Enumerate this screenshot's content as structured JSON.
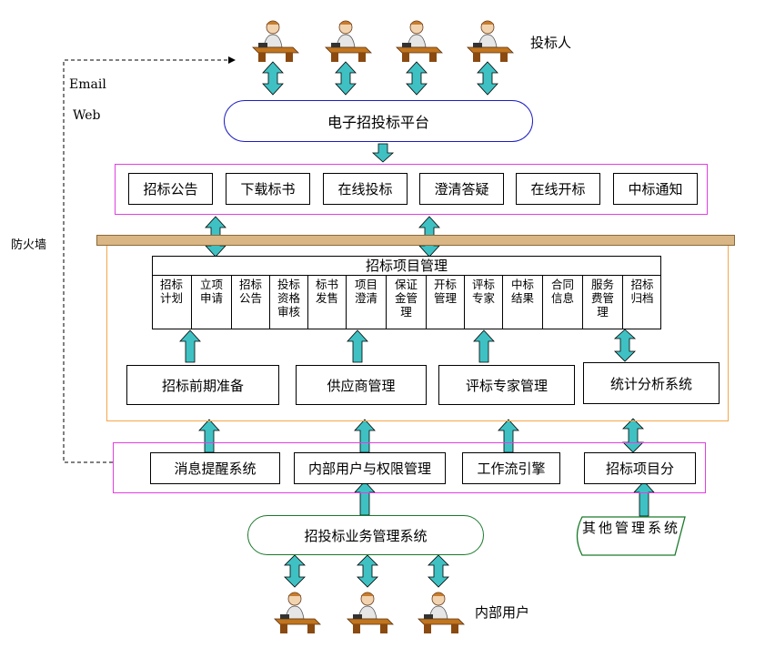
{
  "labels": {
    "bidders": "投标人",
    "email": "Email",
    "web": "Web",
    "firewall": "防火墙",
    "internal_users": "内部用户"
  },
  "platform": "电子招投标平台",
  "online_functions": [
    "招标公告",
    "下载标书",
    "在线投标",
    "澄清答疑",
    "在线开标",
    "中标通知"
  ],
  "project_mgmt": {
    "title": "招标项目管理",
    "cells": [
      "招标\n计划",
      "立项\n申请",
      "招标\n公告",
      "投标\n资格\n审核",
      "标书\n发售",
      "项目\n澄清",
      "保证\n金管\n理",
      "开标\n管理",
      "评标\n专家",
      "中标\n结果",
      "合同\n信息",
      "服务\n费管\n理",
      "招标\n归档"
    ]
  },
  "modules": [
    "招标前期准备",
    "供应商管理",
    "评标专家管理",
    "统计分析系统"
  ],
  "base_systems": [
    "消息提醒系统",
    "内部用户与权限管理",
    "工作流引擎",
    "招标项目分"
  ],
  "business_system": "招投标业务管理系统",
  "other_system": "其他管理系统",
  "colors": {
    "arrow_fill": "#3fc1c3",
    "magenta_border": "#e040e0",
    "orange_border": "#f5a64a",
    "firewall": "#d9b684",
    "ellipse_blue": "#1d1dc0",
    "ellipse_green": "#1a7a2a"
  }
}
